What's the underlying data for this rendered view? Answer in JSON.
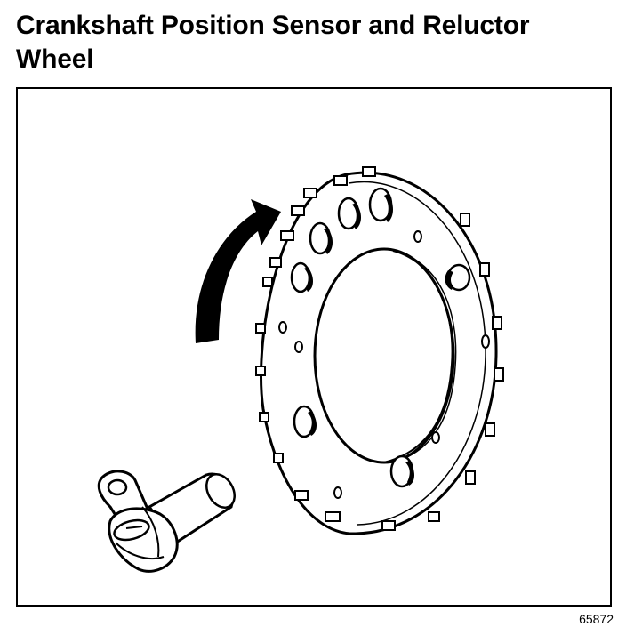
{
  "title": "Crankshaft Position Sensor and Reluctor Wheel",
  "figure_id": "65872",
  "icons": {
    "rotation": "curved-arrow-icon",
    "sensor": "crankshaft-position-sensor",
    "wheel": "reluctor-wheel"
  }
}
